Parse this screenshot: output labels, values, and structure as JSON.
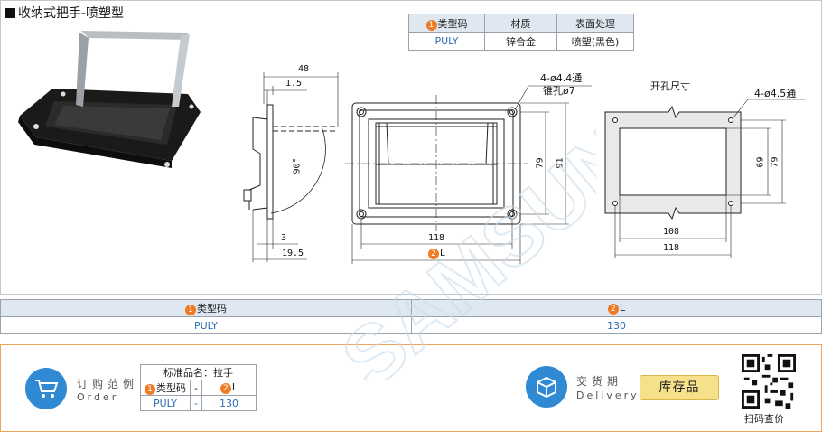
{
  "title": "收纳式把手-喷塑型",
  "spec_table": {
    "headers": [
      "类型码",
      "材质",
      "表面处理"
    ],
    "header_num": "1",
    "row": [
      "PULY",
      "锌合金",
      "喷塑(黑色)"
    ]
  },
  "side_view": {
    "dim_48": "48",
    "dim_1_5": "1.5",
    "dim_3": "3",
    "dim_19_5": "19.5",
    "angle": "90°"
  },
  "front_view": {
    "hole_note_1": "4-ø4.4通",
    "hole_note_2": "锥孔ø7",
    "dim_79": "79",
    "dim_91": "91",
    "dim_118": "118",
    "dim_L_num": "2",
    "dim_L": "L"
  },
  "cutout_view": {
    "title": "开孔尺寸",
    "hole_note": "4-ø4.5通",
    "dim_69": "69",
    "dim_79": "79",
    "dim_108": "108",
    "dim_118": "118"
  },
  "middle_table": {
    "col1_num": "1",
    "col1_label": "类型码",
    "col2_num": "2",
    "col2_label": "L",
    "col1_value": "PULY",
    "col2_value": "130"
  },
  "order": {
    "zh": "订购范例",
    "en": "Order",
    "std_name_label": "标准品名：拉手",
    "num1": "1",
    "type_label": "类型码",
    "dash": "-",
    "num2": "2",
    "L_label": "L",
    "type_value": "PULY",
    "L_value": "130"
  },
  "delivery": {
    "zh": "交货期",
    "en": "Delivery",
    "button": "库存品"
  },
  "qr": {
    "label": "扫码查价"
  },
  "watermark": "SAMSUN",
  "colors": {
    "accent_blue": "#2f8ad3",
    "number_orange": "#ef7b24",
    "header_bg": "#dfe8f1",
    "value_blue": "#2d6db5",
    "stock_yellow": "#f7e08a"
  }
}
